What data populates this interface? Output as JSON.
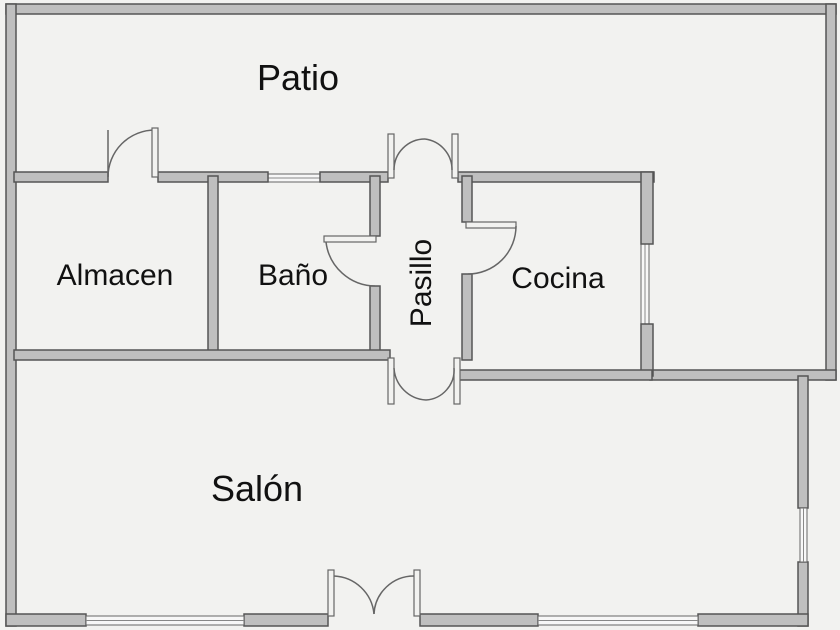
{
  "floor_plan": {
    "rooms": {
      "patio": "Patio",
      "almacen": "Almacen",
      "bano": "Baño",
      "pasillo": "Pasillo",
      "cocina": "Cocina",
      "salon": "Salón"
    }
  },
  "colors": {
    "background": "#f2f2f0",
    "wall_fill": "#bfbfbf",
    "wall_outline": "#555555",
    "text": "#111111"
  }
}
